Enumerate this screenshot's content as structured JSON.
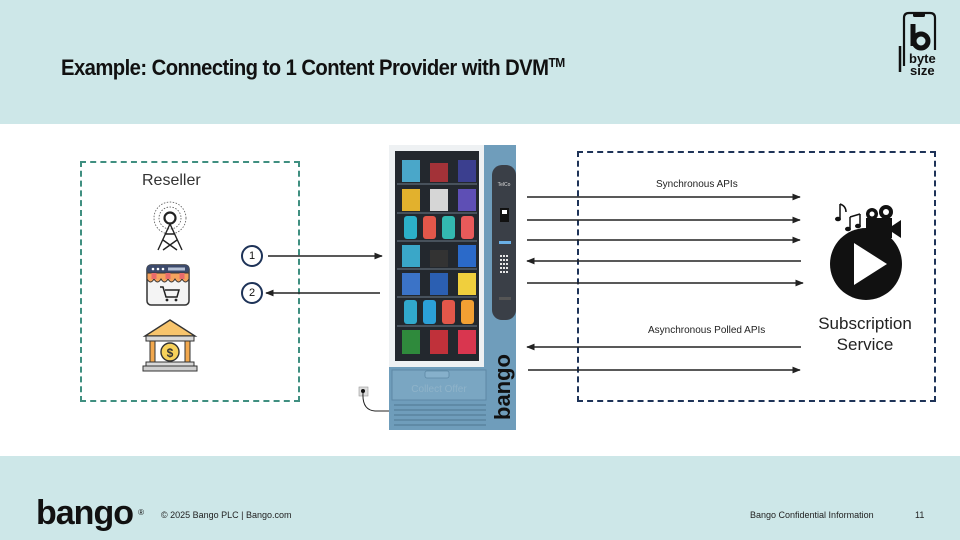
{
  "header": {
    "title": "Example: Connecting to 1 Content Provider with DVM",
    "title_superscript": "TM",
    "badge": {
      "icon": "byte-size-phone-icon",
      "line1": "byte",
      "line2": "size"
    }
  },
  "reseller": {
    "label": "Reseller",
    "icons": [
      "broadcast-tower-icon",
      "online-shop-icon",
      "bank-icon"
    ],
    "steps": [
      {
        "number": "1",
        "direction": "to-vending-machine"
      },
      {
        "number": "2",
        "direction": "from-vending-machine"
      }
    ]
  },
  "vending_machine": {
    "brand": "bango",
    "panel_label": "TelCo",
    "door_label": "Collect Offer"
  },
  "subscription_service": {
    "label_line1": "Subscription",
    "label_line2": "Service",
    "icon": "media-play-icon",
    "sync_label": "Synchronous APIs",
    "async_label": "Asynchronous Polled APIs",
    "sync_arrows": [
      "right",
      "right",
      "right",
      "left",
      "right"
    ],
    "async_arrows": [
      "left",
      "right"
    ]
  },
  "footer": {
    "logo": "bango",
    "copyright": "© 2025 Bango PLC | Bango.com",
    "confidential": "Bango Confidential Information",
    "page_number": "11"
  },
  "colors": {
    "band": "#cde7e8",
    "reseller_border": "#3f8f80",
    "service_border": "#1e3358",
    "machine_body": "#6f9dbb"
  }
}
